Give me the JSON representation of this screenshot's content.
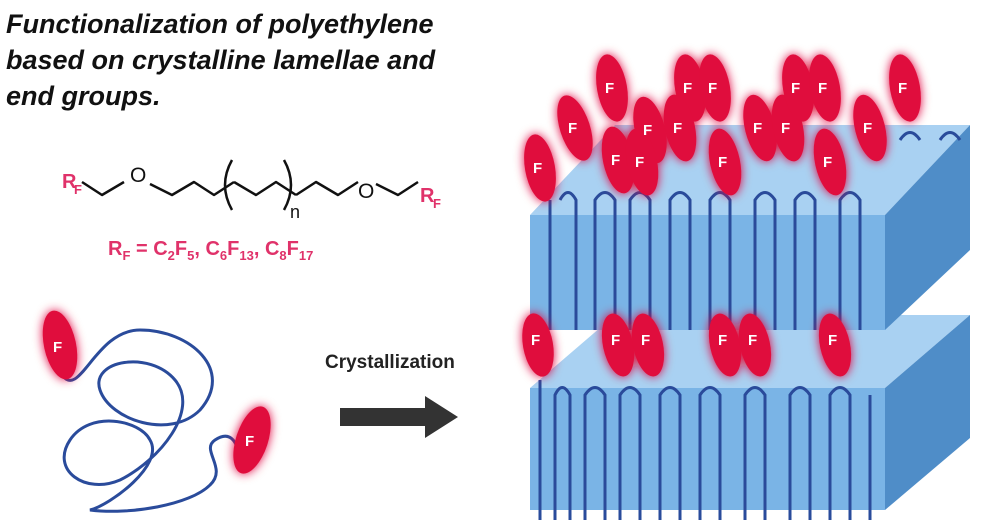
{
  "title": {
    "line1": "Functionalization of polyethylene",
    "line2": "based on crystalline lamellae and",
    "line3": "end groups."
  },
  "structure": {
    "rf": "R",
    "rf_sub": "F",
    "o": "O",
    "n": "n"
  },
  "formula": {
    "lhs": "R",
    "lhs_sub": "F",
    "eq": " = C",
    "c2": "2",
    "f5_pre": "F",
    "f5": "5",
    "sep1": ", C",
    "c6": "6",
    "f13_pre": "F",
    "f13": "13",
    "sep2": ", C",
    "c8": "8",
    "f17_pre": "F",
    "f17": "17"
  },
  "arrow_label": "Crystallization",
  "f_label": "F",
  "colors": {
    "pink": "#e0326a",
    "ellipse": "#e0103c",
    "chain": "#2a4b9b",
    "lamella_front": "#7ab4e6",
    "lamella_top": "#a9d1f2",
    "lamella_side": "#4f8dc8",
    "arrow": "#333333"
  }
}
